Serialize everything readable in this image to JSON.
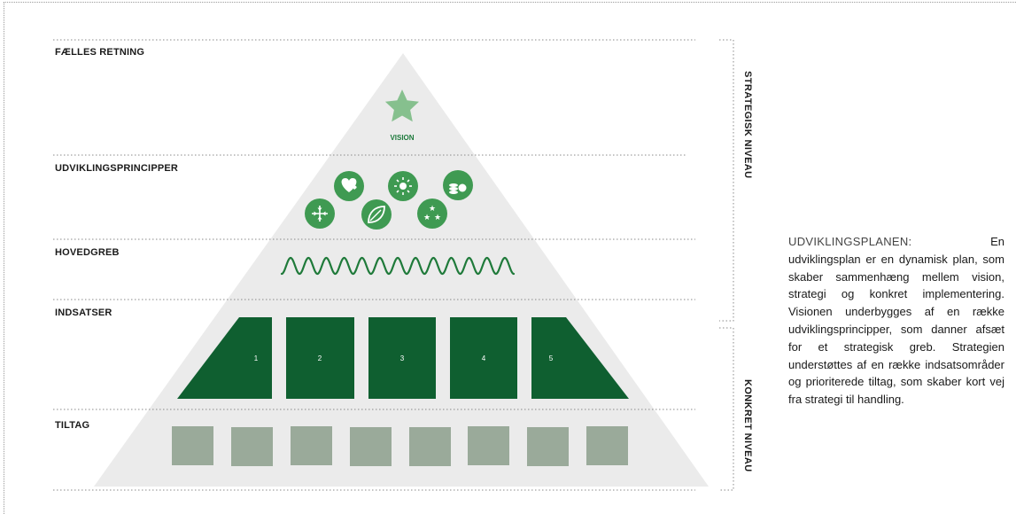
{
  "levels": {
    "faelles_retning": "FÆLLES RETNING",
    "udviklingsprincipper": "UDVIKLINGSPRINCIPPER",
    "hovedgreb": "HOVEDGREB",
    "indsatser": "INDSATSER",
    "tiltag": "TILTAG"
  },
  "vision_label": "VISION",
  "principle_icons": [
    "heart-icon",
    "sun-icon",
    "coins-icon",
    "arrows-icon",
    "leaf-icon",
    "stars-icon"
  ],
  "indsatser": [
    "1",
    "2",
    "3",
    "4",
    "5"
  ],
  "tiltag_count": 8,
  "side_labels": {
    "strategic": "STRATEGISK NIVEAU",
    "concrete": "KONKRET NIVEAU"
  },
  "description": {
    "lead": "UDVIKLINGSPLANEN:",
    "body": "En udviklingsplan er en dynamisk plan, som skaber sammenhæng mellem vision, strategi og konkret implementering. Visionen underbygges af en række udviklingsprincipper, som danner afsæt for et strategisk greb. Strategien understøttes af en række indsatsområder og prioriterede tiltag, som skaber kort vej fra strategi til handling."
  },
  "colors": {
    "pyramid": "#ebebeb",
    "green_dark": "#0f5f30",
    "green_icon": "#3f9a52",
    "green_star": "#86c08e",
    "tiltag_box": "#9aaa9a"
  }
}
